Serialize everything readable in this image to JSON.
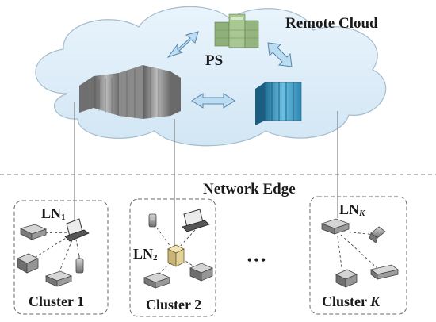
{
  "cloud": {
    "label": "Remote Cloud",
    "ps_label": "PS"
  },
  "edge": {
    "label": "Network Edge"
  },
  "clusters": [
    {
      "ln_base": "LN",
      "ln_sub": "1",
      "name": "Cluster 1",
      "name_base": "Cluster ",
      "name_suffix": "1"
    },
    {
      "ln_base": "LN",
      "ln_sub": "2",
      "name": "Cluster 2",
      "name_base": "Cluster ",
      "name_suffix": "2"
    },
    {
      "ln_base": "LN",
      "ln_sub": "K",
      "name": "Cluster K",
      "name_base": "Cluster ",
      "name_suffix": "K"
    }
  ],
  "ellipsis": "•••",
  "colors": {
    "cloud_fill": "#ddeef9",
    "cloud_stroke": "#9fb7c9",
    "arrow_fill": "#bcdcf2",
    "arrow_stroke": "#5a87ad",
    "server_green": "#9fbd8b",
    "rack_blue": "#4fa3c9",
    "device_gray": "#8c8c8c"
  }
}
